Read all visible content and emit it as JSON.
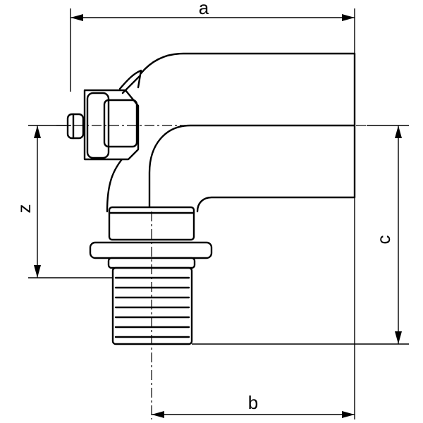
{
  "dimensions": {
    "a": "a",
    "b": "b",
    "c": "c",
    "z": "z"
  }
}
